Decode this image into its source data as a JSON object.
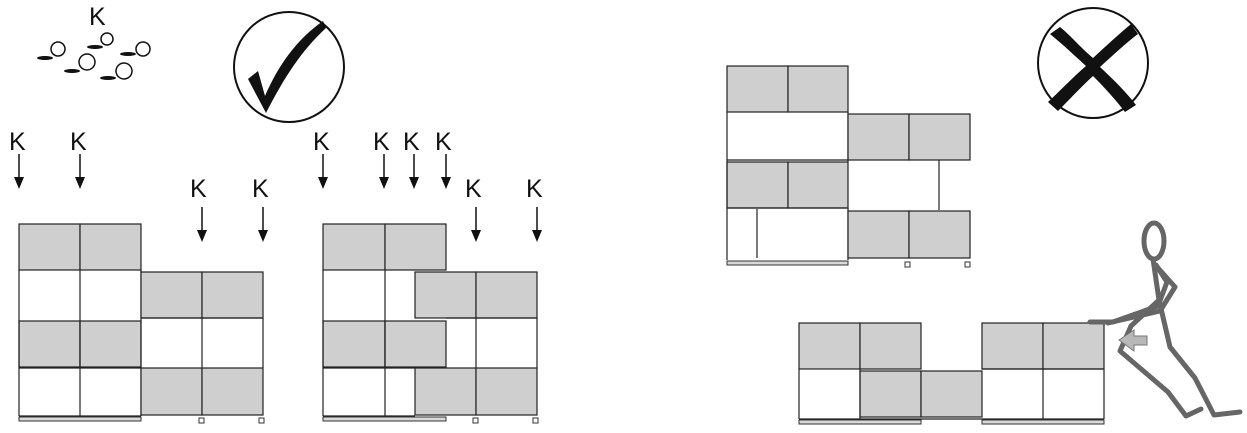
{
  "labels": {
    "k": "K"
  },
  "status_symbols": {
    "correct": "check-mark",
    "incorrect": "cross-mark"
  },
  "colors": {
    "box_fill": "#cfcfcf",
    "outline": "#222222",
    "person": "#666666",
    "arrow": "#b8b8b8"
  }
}
